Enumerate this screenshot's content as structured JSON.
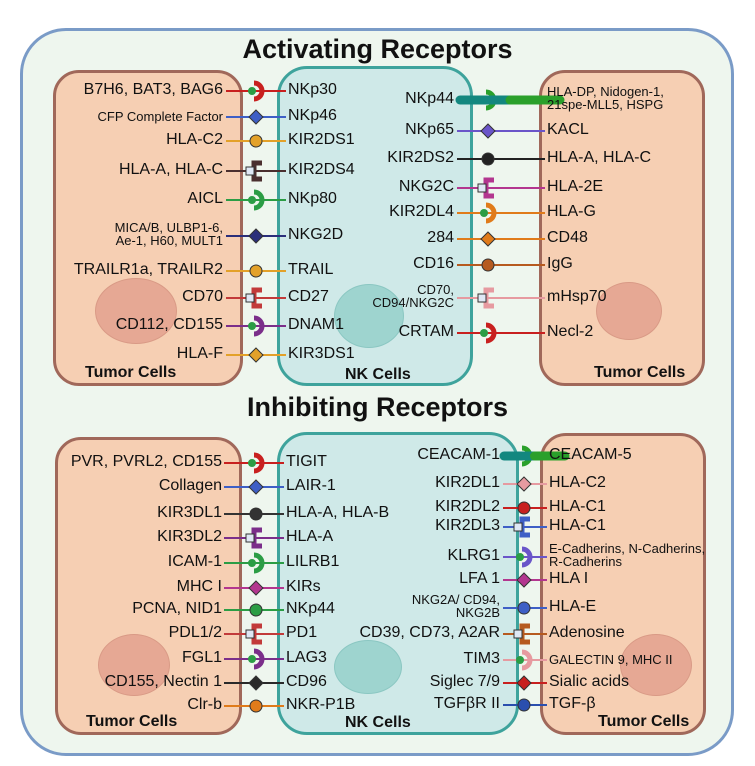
{
  "titles": {
    "activating": "Activating Receptors",
    "inhibiting": "Inhibiting Receptors"
  },
  "cells": {
    "tumor": "Tumor Cells",
    "nk": "NK Cells"
  },
  "activating": {
    "left": [
      {
        "ligand": "B7H6, BAT3, BAG6",
        "receptor": "NKp30",
        "color": "#c8201f"
      },
      {
        "ligand": "CFP Complete Factor",
        "receptor": "NKp46",
        "color": "#3e5fc6"
      },
      {
        "ligand": "HLA-C2",
        "receptor": "KIR2DS1",
        "color": "#e3a129"
      },
      {
        "ligand": "HLA-A, HLA-C",
        "receptor": "KIR2DS4",
        "color": "#4a2f2f"
      },
      {
        "ligand": "AICL",
        "receptor": "NKp80",
        "color": "#2b9d45"
      },
      {
        "ligand": "MICA/B, ULBP1-6,\nAe-1, H60, MULT1",
        "receptor": "NKG2D",
        "color": "#2a2f7a"
      },
      {
        "ligand": "TRAILR1a, TRAILR2",
        "receptor": "TRAIL",
        "color": "#e3a129"
      },
      {
        "ligand": "CD70",
        "receptor": "CD27",
        "color": "#c23a3a"
      },
      {
        "ligand": "CD112, CD155",
        "receptor": "DNAM1",
        "color": "#7b2e8a"
      },
      {
        "ligand": "HLA-F",
        "receptor": "KIR3DS1",
        "color": "#e3a129"
      }
    ],
    "right": [
      {
        "receptor": "NKp44",
        "ligand": "HLA-DP, Nidogen-1,\n21spe-MLL5, HSPG",
        "color": "#2aa02b"
      },
      {
        "receptor": "NKp65",
        "ligand": "KACL",
        "color": "#6a55c9"
      },
      {
        "receptor": "KIR2DS2",
        "ligand": "HLA-A, HLA-C",
        "color": "#222222"
      },
      {
        "receptor": "NKG2C",
        "ligand": "HLA-2E",
        "color": "#b3368f"
      },
      {
        "receptor": "KIR2DL4",
        "ligand": "HLA-G",
        "color": "#e07b1a"
      },
      {
        "receptor": "284",
        "ligand": "CD48",
        "color": "#e07b1a"
      },
      {
        "receptor": "CD16",
        "ligand": "IgG",
        "color": "#b65a1f"
      },
      {
        "receptor": "CD70,\nCD94/NKG2C",
        "ligand": "mHsp70",
        "color": "#e69aa0"
      },
      {
        "receptor": "CRTAM",
        "ligand": "Necl-2",
        "color": "#c8201f"
      }
    ]
  },
  "inhibiting": {
    "left": [
      {
        "ligand": "PVR, PVRL2, CD155",
        "receptor": "TIGIT",
        "color": "#c8201f"
      },
      {
        "ligand": "Collagen",
        "receptor": "LAIR-1",
        "color": "#3e5fc6"
      },
      {
        "ligand": "KIR3DL1",
        "receptor": "HLA-A, HLA-B",
        "color": "#333333"
      },
      {
        "ligand": "KIR3DL2",
        "receptor": "HLA-A",
        "color": "#7b2e8a"
      },
      {
        "ligand": "ICAM-1",
        "receptor": "LILRB1",
        "color": "#2b9d45"
      },
      {
        "ligand": "MHC I",
        "receptor": "KIRs",
        "color": "#b3368f"
      },
      {
        "ligand": "PCNA, NID1",
        "receptor": "NKp44",
        "color": "#2b9d45"
      },
      {
        "ligand": "PDL1/2",
        "receptor": "PD1",
        "color": "#c23a3a"
      },
      {
        "ligand": "FGL1",
        "receptor": "LAG3",
        "color": "#7b2e8a"
      },
      {
        "ligand": "CD155, Nectin 1",
        "receptor": "CD96",
        "color": "#2a2a2a"
      },
      {
        "ligand": "Clr-b",
        "receptor": "NKR-P1B",
        "color": "#e07b1a"
      }
    ],
    "right": [
      {
        "receptor": "CEACAM-1",
        "ligand": "CEACAM-5",
        "color": "#2aa02b"
      },
      {
        "receptor": "KIR2DL1",
        "ligand": "HLA-C2",
        "color": "#e69aa0"
      },
      {
        "receptor": "KIR2DL2",
        "ligand": "HLA-C1",
        "color": "#c8201f"
      },
      {
        "receptor": "KIR2DL3",
        "ligand": "HLA-C1",
        "color": "#3e5fc6"
      },
      {
        "receptor": "KLRG1",
        "ligand": "E-Cadherins, N-Cadherins,\nR-Cadherins",
        "color": "#6a55c9"
      },
      {
        "receptor": "LFA 1",
        "ligand": "HLA I",
        "color": "#b3368f"
      },
      {
        "receptor": "NKG2A/ CD94,\nNKG2B",
        "ligand": "HLA-E",
        "color": "#3e5fc6"
      },
      {
        "receptor": "CD39, CD73, A2AR",
        "ligand": "Adenosine",
        "color": "#b65a1f"
      },
      {
        "receptor": "TIM3",
        "ligand": "GALECTIN 9, MHC II",
        "color": "#e69aa0"
      },
      {
        "receptor": "Siglec 7/9",
        "ligand": "Sialic acids",
        "color": "#c8201f"
      },
      {
        "receptor": "TGFβR II",
        "ligand": "TGF-β",
        "color": "#2a4fae"
      }
    ]
  }
}
